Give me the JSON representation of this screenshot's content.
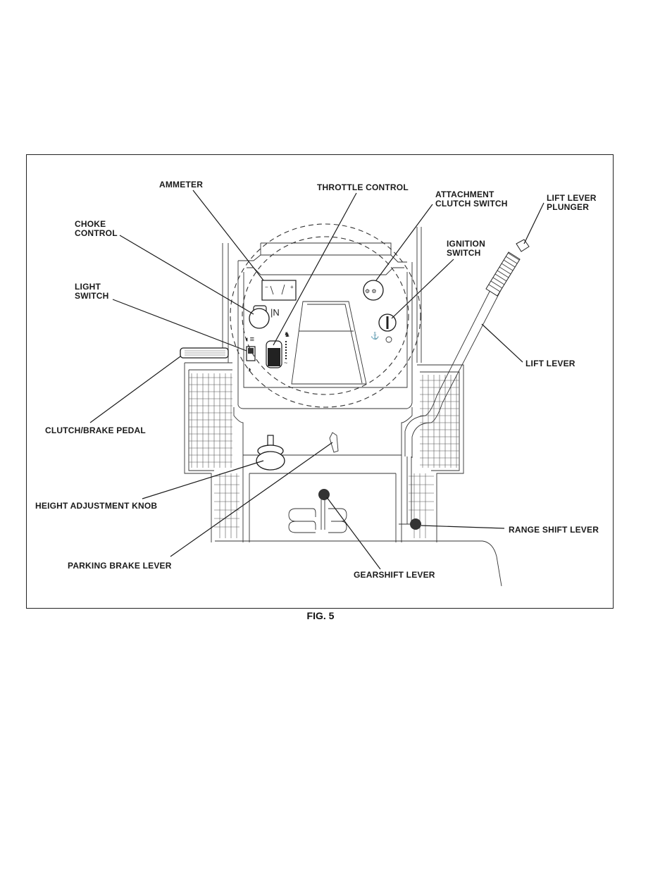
{
  "labels": {
    "ammeter": "AMMETER",
    "throttle_control": "THROTTLE CONTROL",
    "attachment_clutch_switch_1": "ATTACHMENT",
    "attachment_clutch_switch_2": "CLUTCH SWITCH",
    "lift_lever_plunger_1": "LIFT LEVER",
    "lift_lever_plunger_2": "PLUNGER",
    "choke_control_1": "CHOKE",
    "choke_control_2": "CONTROL",
    "ignition_switch_1": "IGNITION",
    "ignition_switch_2": "SWITCH",
    "light_switch_1": "LIGHT",
    "light_switch_2": "SWITCH",
    "lift_lever": "LIFT LEVER",
    "clutch_brake_pedal": "CLUTCH/BRAKE PEDAL",
    "height_adjustment_knob": "HEIGHT ADJUSTMENT KNOB",
    "range_shift_lever": "RANGE SHIFT LEVER",
    "parking_brake_lever": "PARKING BRAKE LEVER",
    "gearshift_lever": "GEARSHIFT LEVER"
  },
  "caption": "FIG. 5"
}
